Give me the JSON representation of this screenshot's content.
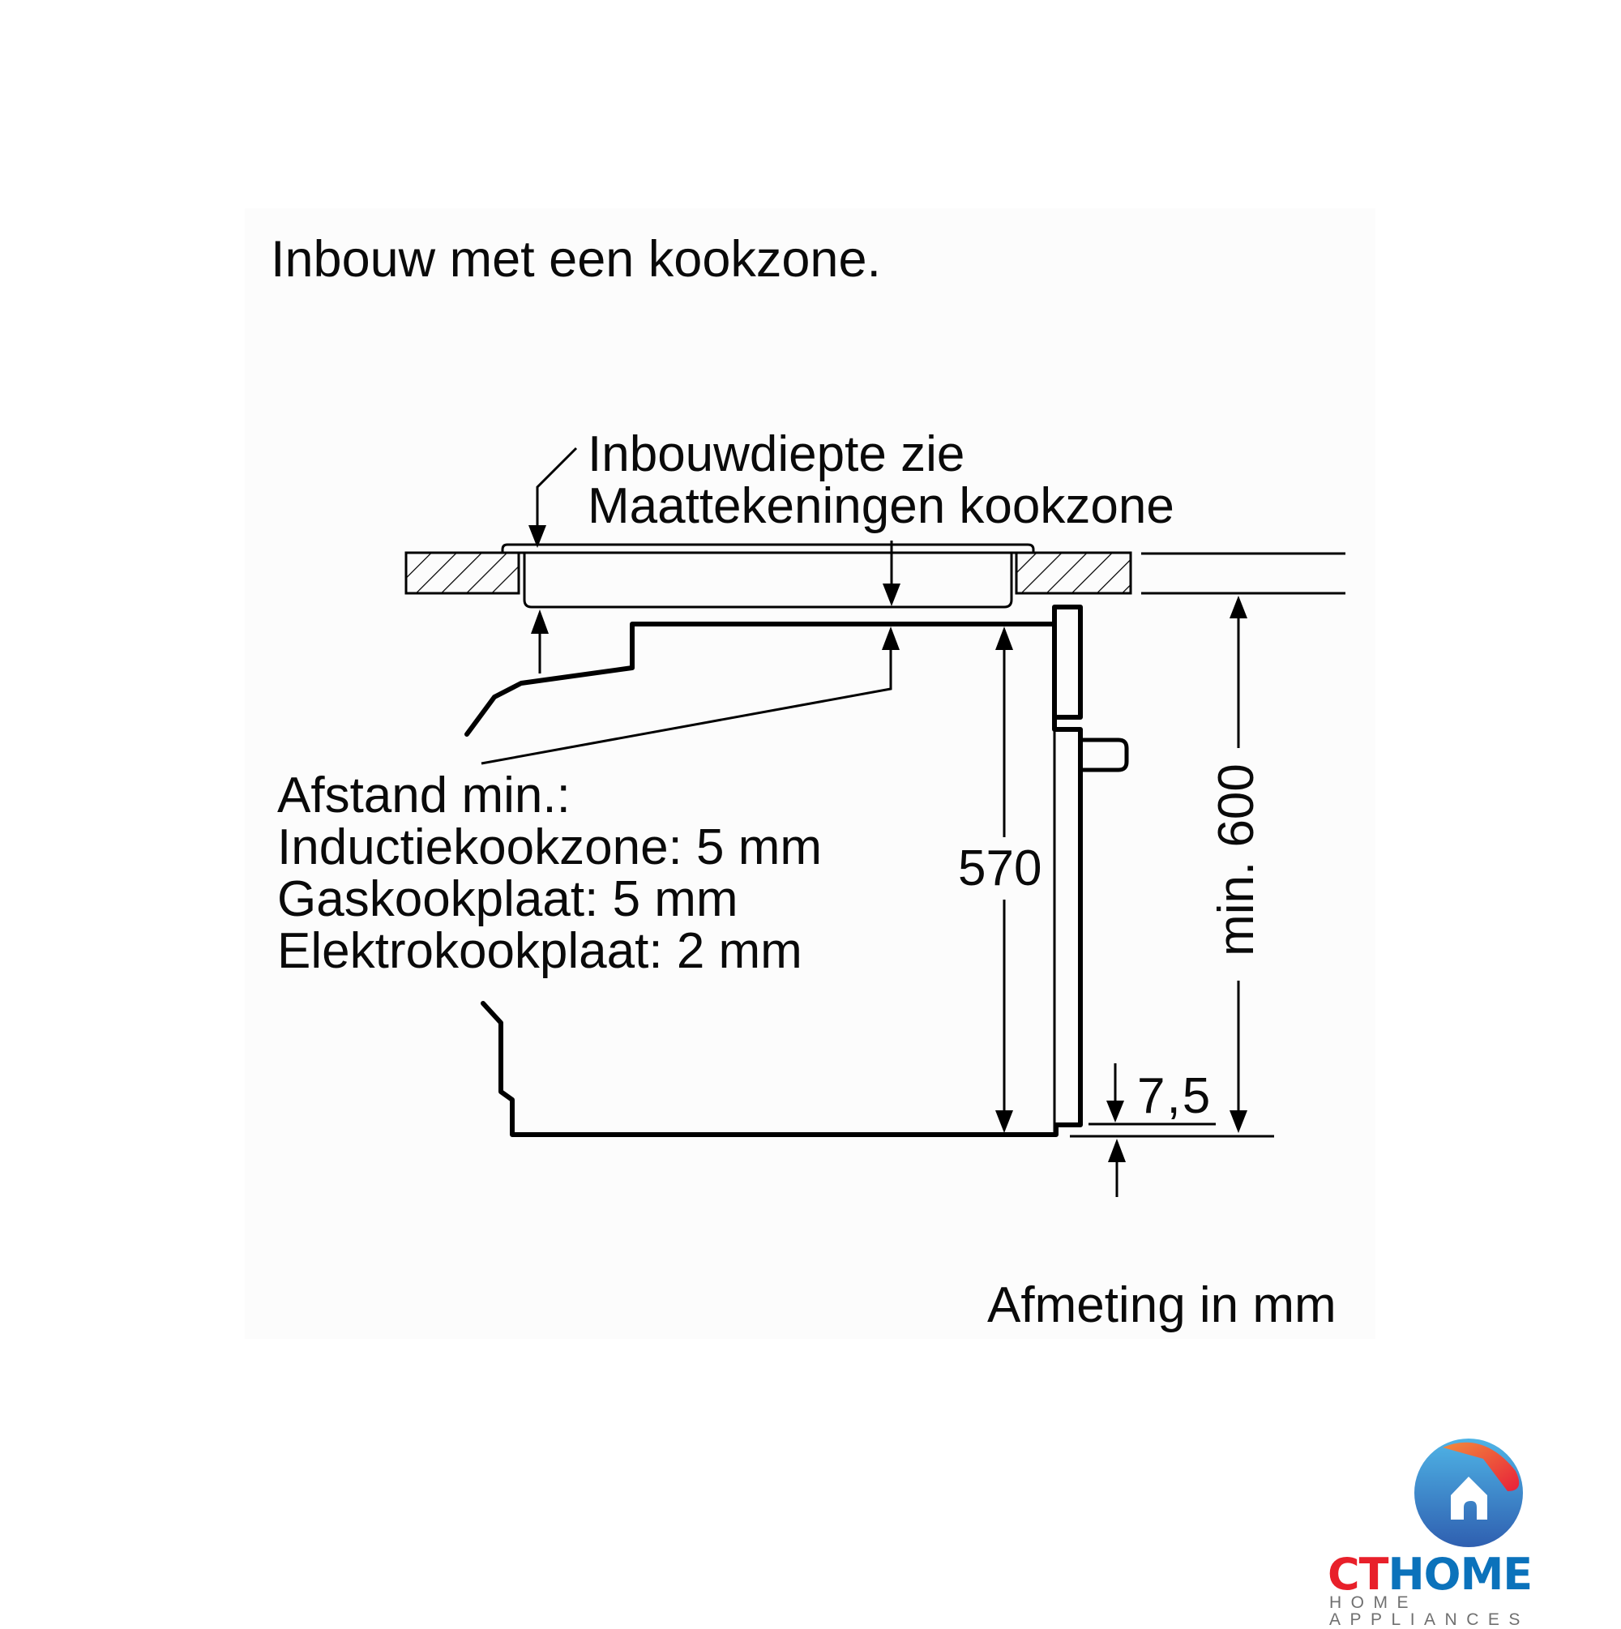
{
  "title": "Inbouw met een kookzone.",
  "hob_label": {
    "line1": "Inbouwdiepte zie",
    "line2": "Maattekeningen kookzone"
  },
  "clearance": {
    "heading": "Afstand min.:",
    "items": [
      "Inductiekookzone: 5 mm",
      "Gaskookplaat: 5 mm",
      "Elektrokookplaat: 2 mm"
    ]
  },
  "dimensions": {
    "oven_height": "570",
    "niche_height": "min. 600",
    "bottom_offset": "7,5"
  },
  "units_note": "Afmeting in mm",
  "logo": {
    "brand_part1": "CT",
    "brand_part2": "HOME",
    "tagline": "HOME APPLIANCES",
    "colors": {
      "red": "#e8202a",
      "blue": "#0b72bb",
      "orange": "#f0793a",
      "gray": "#707070"
    }
  }
}
